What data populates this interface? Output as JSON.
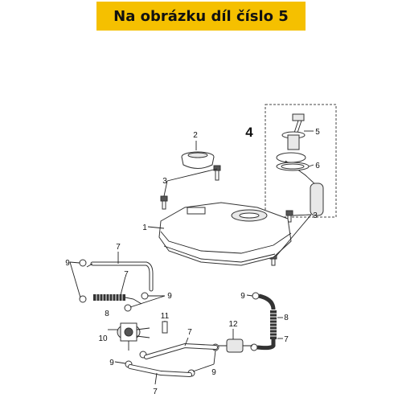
{
  "banner": {
    "text": "Na obrázku díl číslo 5",
    "color": "#f5c000"
  },
  "callouts": {
    "c1": "1",
    "c2": "2",
    "c3a": "3",
    "c3b": "3",
    "c4": "4",
    "c5": "5",
    "c6": "6",
    "c7a": "7",
    "c7b": "7",
    "c7c": "7",
    "c7d": "7",
    "c8a": "8",
    "c8b": "8",
    "c9a": "9",
    "c9b": "9",
    "c9c": "9",
    "c9d": "9",
    "c9e": "9",
    "c10": "10",
    "c11": "11",
    "c12": "12"
  }
}
